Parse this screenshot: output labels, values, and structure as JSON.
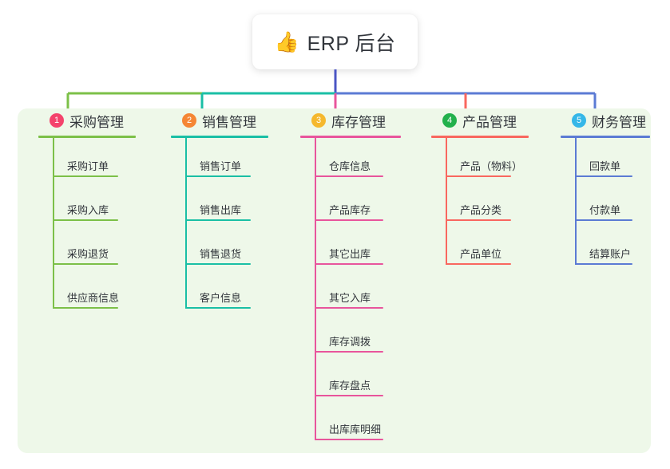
{
  "root": {
    "icon": "thumbs-up-icon",
    "emoji": "👍",
    "title": "ERP 后台"
  },
  "colors": {
    "panel_background": "#EEF8E9",
    "page_background": "#FFFFFF",
    "root_connector": "#4A55C4",
    "text": "#32363C"
  },
  "branches": [
    {
      "number": "1",
      "title": "采购管理",
      "color": "#7CC048",
      "badge_color": "#F4436C",
      "items": [
        "采购订单",
        "采购入库",
        "采购退货",
        "供应商信息"
      ]
    },
    {
      "number": "2",
      "title": "销售管理",
      "color": "#1ABFA5",
      "badge_color": "#F58634",
      "items": [
        "销售订单",
        "销售出库",
        "销售退货",
        "客户信息"
      ]
    },
    {
      "number": "3",
      "title": "库存管理",
      "color": "#E8559C",
      "badge_color": "#F5B82E",
      "items": [
        "仓库信息",
        "产品库存",
        "其它出库",
        "其它入库",
        "库存调拨",
        "库存盘点",
        "出库库明细"
      ]
    },
    {
      "number": "4",
      "title": "产品管理",
      "color": "#F9675F",
      "badge_color": "#22B14C",
      "items": [
        "产品（物料）",
        "产品分类",
        "产品单位"
      ]
    },
    {
      "number": "5",
      "title": "财务管理",
      "color": "#5B7BD4",
      "badge_color": "#35B7E8",
      "items": [
        "回款单",
        "付款单",
        "结算账户"
      ]
    }
  ]
}
